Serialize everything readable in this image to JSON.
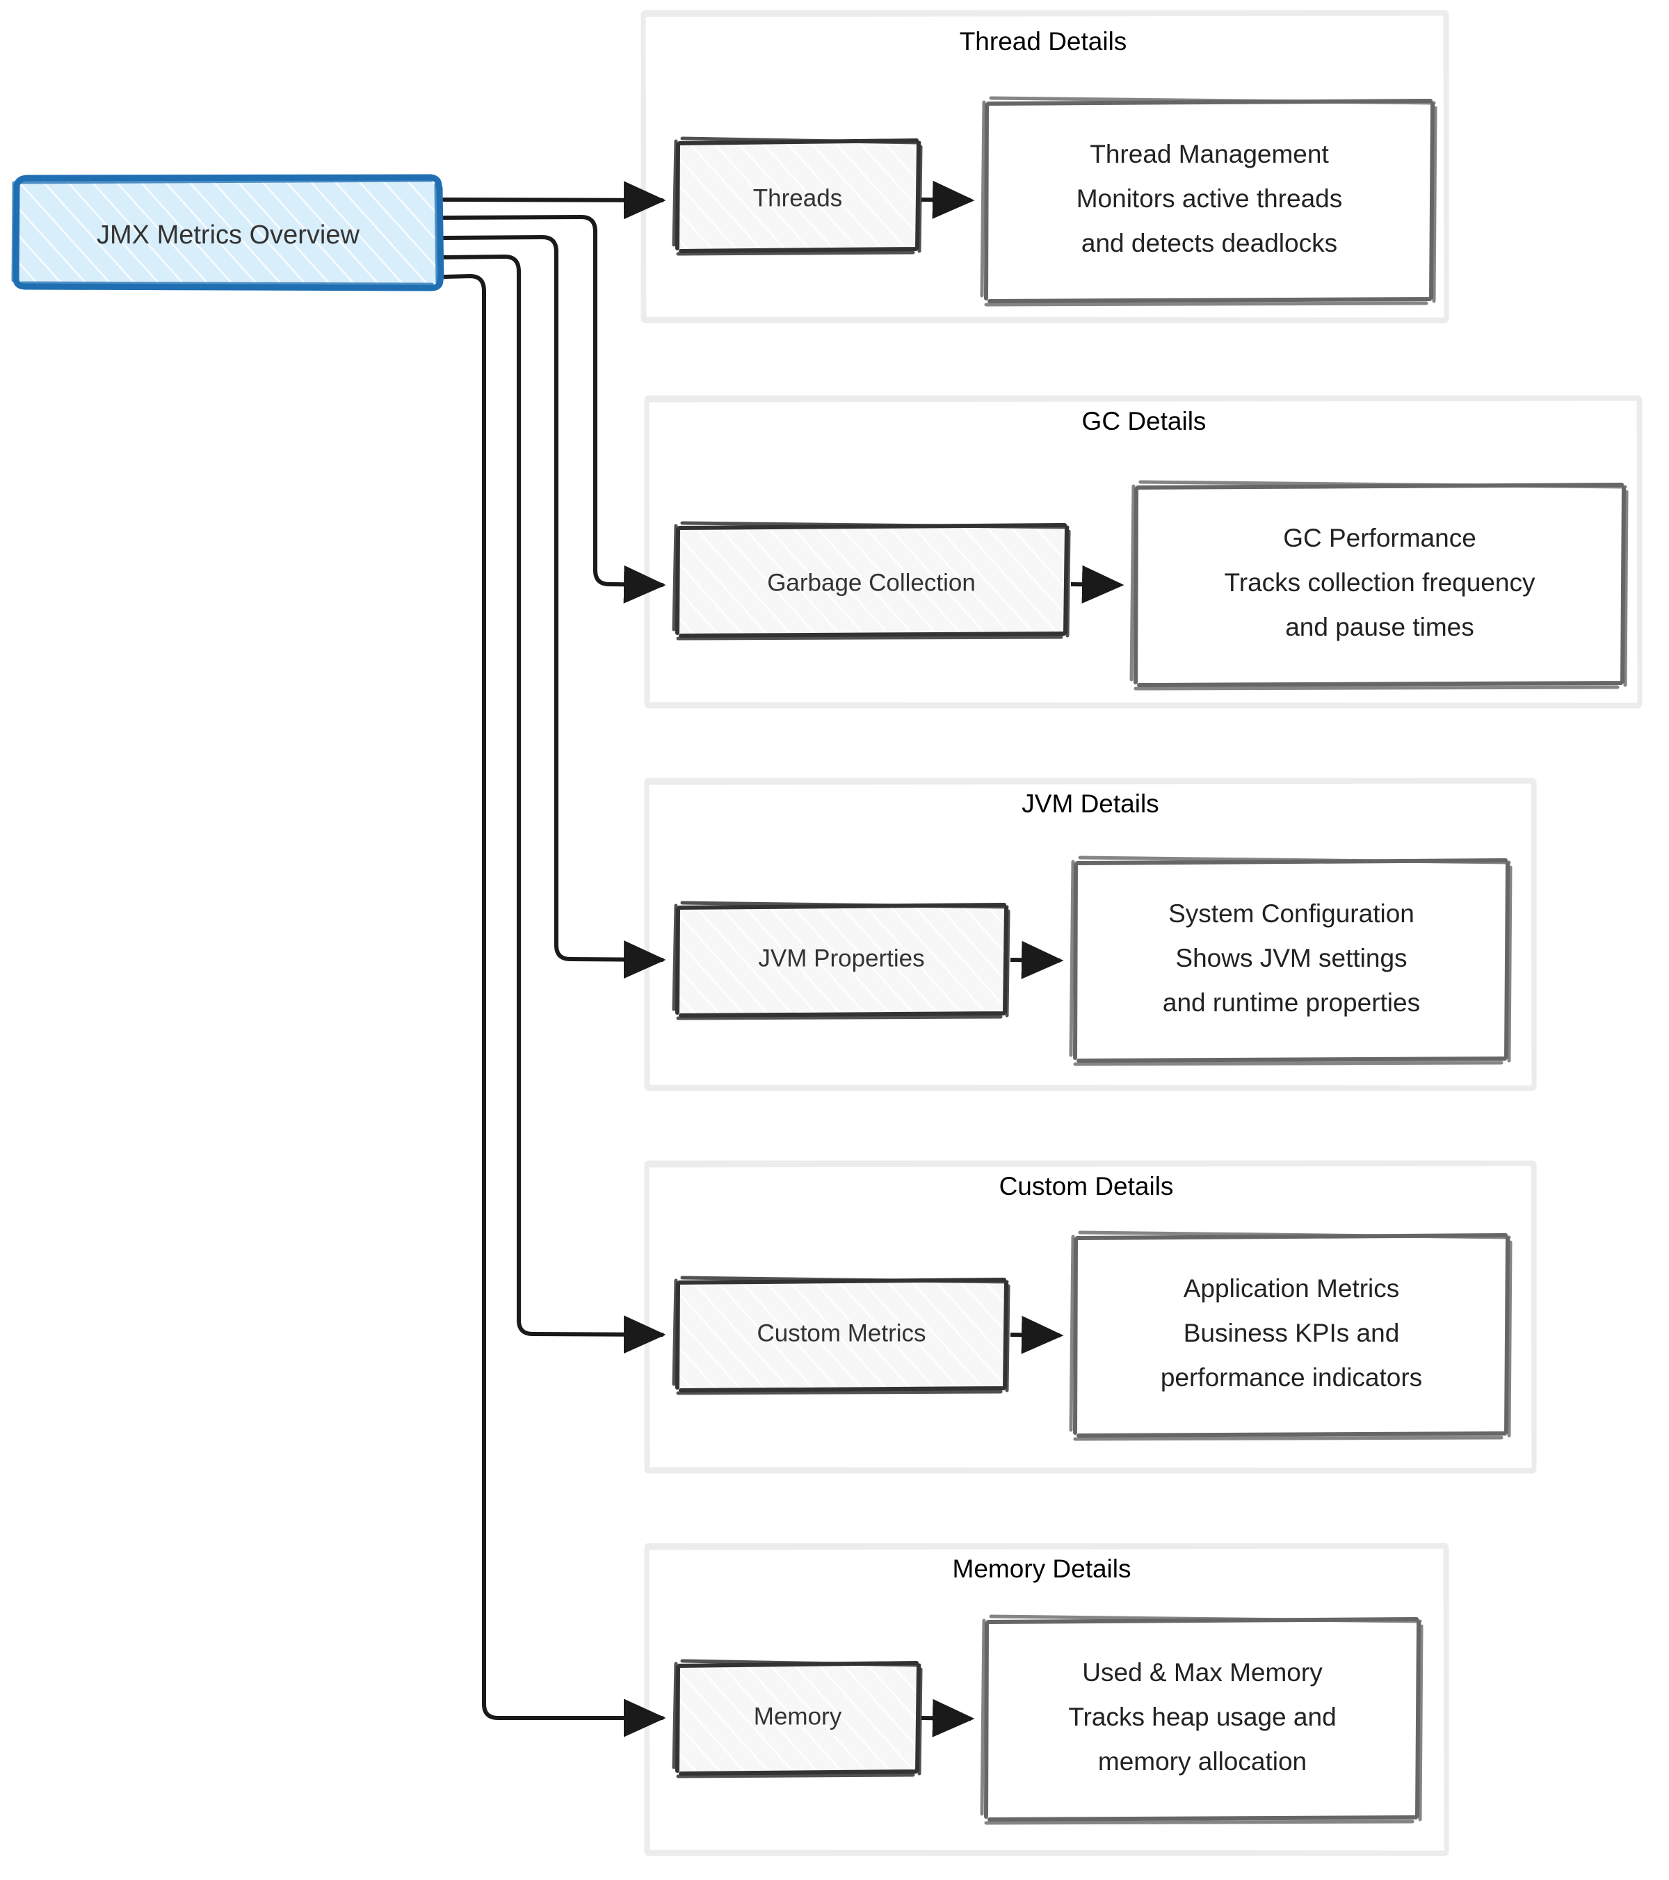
{
  "diagram": {
    "type": "flowchart",
    "direction": "left-to-right",
    "style": "hand-drawn-sketch",
    "root": {
      "label": "JMX Metrics Overview",
      "fill": "#d9eefb",
      "stroke": "#1f6fb2",
      "text_color": "#333333"
    },
    "palette": {
      "node_fill": "#f7f7f7",
      "node_stroke": "#333333",
      "detail_fill": "#ffffff",
      "detail_stroke": "#666666",
      "subgraph_stroke": "#ececec",
      "edge_color": "#1a1a1a",
      "label_color": "#000000"
    },
    "subgraphs": [
      {
        "title": "Thread Details",
        "node": {
          "label": "Threads"
        },
        "detail": {
          "lines": [
            "Thread Management",
            "Monitors active threads",
            "and detects deadlocks"
          ]
        }
      },
      {
        "title": "GC Details",
        "node": {
          "label": "Garbage Collection"
        },
        "detail": {
          "lines": [
            "GC Performance",
            "Tracks collection frequency",
            "and pause times"
          ]
        }
      },
      {
        "title": "JVM Details",
        "node": {
          "label": "JVM Properties"
        },
        "detail": {
          "lines": [
            "System Configuration",
            "Shows JVM settings",
            "and runtime properties"
          ]
        }
      },
      {
        "title": "Custom Details",
        "node": {
          "label": "Custom Metrics"
        },
        "detail": {
          "lines": [
            "Application Metrics",
            "Business KPIs and",
            "performance indicators"
          ]
        }
      },
      {
        "title": "Memory Details",
        "node": {
          "label": "Memory"
        },
        "detail": {
          "lines": [
            "Used & Max Memory",
            "Tracks heap usage and",
            "memory allocation"
          ]
        }
      }
    ],
    "edges": [
      {
        "from": "JMX Metrics Overview",
        "to": "Threads"
      },
      {
        "from": "JMX Metrics Overview",
        "to": "Garbage Collection"
      },
      {
        "from": "JMX Metrics Overview",
        "to": "JVM Properties"
      },
      {
        "from": "JMX Metrics Overview",
        "to": "Custom Metrics"
      },
      {
        "from": "JMX Metrics Overview",
        "to": "Memory"
      },
      {
        "from": "Threads",
        "to": "Thread Management"
      },
      {
        "from": "Garbage Collection",
        "to": "GC Performance"
      },
      {
        "from": "JVM Properties",
        "to": "System Configuration"
      },
      {
        "from": "Custom Metrics",
        "to": "Application Metrics"
      },
      {
        "from": "Memory",
        "to": "Used & Max Memory"
      }
    ]
  }
}
